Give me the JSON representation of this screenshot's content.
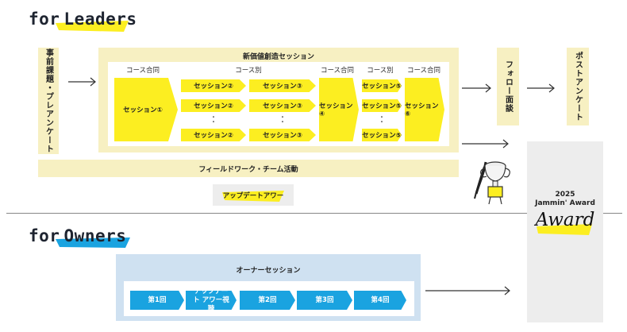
{
  "leaders": {
    "heading_prefix": "for",
    "heading_word": "Leaders",
    "pre_survey": "事前課題・プレアンケート",
    "program_title": "新価値創造セッション",
    "labels": {
      "common1": "コース合同",
      "split1": "コース別",
      "common2": "コース合同",
      "split2": "コース別",
      "common3": "コース合同"
    },
    "sessions": {
      "s1": "セッション①",
      "s2": "セッション②",
      "s3": "セッション③",
      "s4": "セッション④",
      "s5": "セッション⑤",
      "s6": "セッション⑥"
    },
    "follow_up": "フォロー面談",
    "post_survey": "ポストアンケート",
    "fieldwork": "フィールドワーク・チーム活動",
    "update_tower": "アップデートアワー"
  },
  "owners": {
    "heading_prefix": "for",
    "heading_word": "Owners",
    "program_title": "オーナーセッション",
    "steps": [
      "第1回",
      "アップデート アワー視聴",
      "第2回",
      "第3回",
      "第4回"
    ]
  },
  "award": {
    "year_title": "2025",
    "name": "Jammin' Award",
    "script": "Award"
  },
  "colors": {
    "yellow": "#fcee21",
    "beige": "#f7f0c2",
    "blue": "#1aa3e0",
    "light_blue": "#cfe1f1",
    "gray": "#ededed"
  },
  "icons": [
    "trophy-icon"
  ]
}
